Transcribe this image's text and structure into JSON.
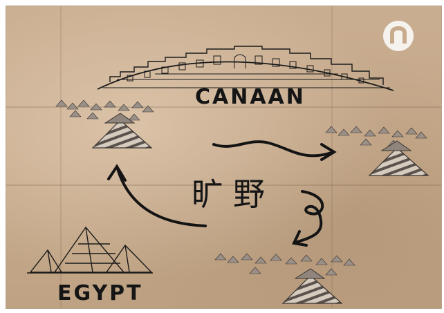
{
  "map": {
    "canaan_label": "CANAAN",
    "egypt_label": "EGYPT",
    "wilderness_label": "旷野"
  },
  "logo": {
    "icon": "broadcaster-logo-icon",
    "color": "#ffffff"
  },
  "colors": {
    "parchment": "#c8ab8d",
    "ink": "#151515",
    "tent_light": "#d8cfc4",
    "tent_dark": "#4a4440"
  }
}
